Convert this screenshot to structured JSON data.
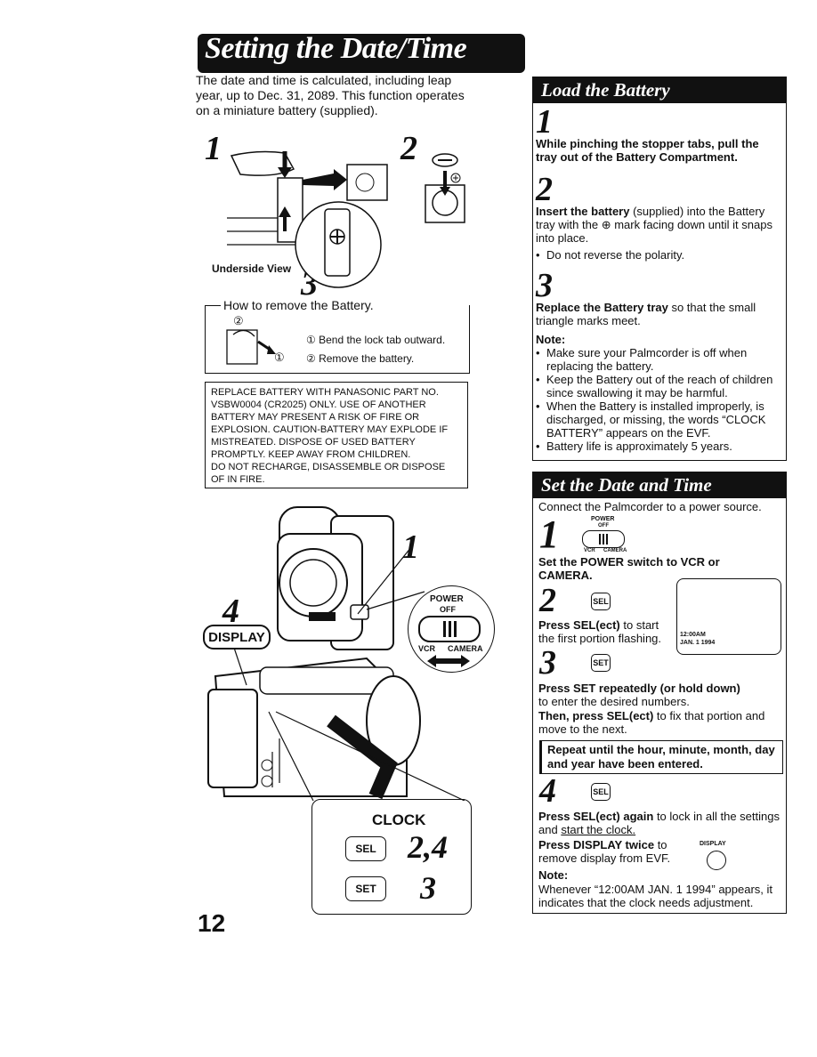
{
  "page": {
    "title": "Setting the Date/Time",
    "intro": "The date and time is calculated, including leap year, up to Dec. 31, 2089. This function operates on a miniature battery (supplied).",
    "page_number": "12"
  },
  "battery_figure": {
    "step1": "1",
    "step2": "2",
    "step3": "3",
    "underside_label": "Underside View",
    "minus_sign": "⊖",
    "plus_sign": "⊕",
    "how_to_title": "How to remove the Battery.",
    "remove_num1": "①",
    "remove_num2": "②",
    "remove_step1": "① Bend the lock tab outward.",
    "remove_step2": "② Remove the battery."
  },
  "warning": {
    "lines": [
      "REPLACE BATTERY WITH PANASONIC PART NO.",
      "VSBW0004 (CR2025) ONLY. USE OF ANOTHER",
      "BATTERY MAY PRESENT A RISK OF FIRE OR",
      "EXPLOSION. CAUTION-BATTERY MAY EXPLODE IF",
      "MISTREATED. DISPOSE OF USED BATTERY",
      "PROMPTLY. KEEP AWAY FROM CHILDREN.",
      "DO NOT RECHARGE, DISASSEMBLE OR DISPOSE",
      "OF IN FIRE."
    ]
  },
  "camera_figure": {
    "step1": "1",
    "step4": "4",
    "display_label": "DISPLAY",
    "power_label": "POWER",
    "off_label": "OFF",
    "vcr_label": "VCR",
    "camera_label": "CAMERA",
    "clock_label": "CLOCK",
    "sel_label": "SEL",
    "set_label": "SET",
    "sel_steps": "2,4",
    "set_steps": "3"
  },
  "load_battery": {
    "header": "Load the Battery",
    "step1_num": "1",
    "step1_text": "While pinching the stopper tabs, pull the tray out of the Battery Compartment.",
    "step2_num": "2",
    "step2_bold": "Insert the battery",
    "step2_text": " (supplied) into the Battery tray with the ⊕ mark facing down until it snaps into place.",
    "step2_bullet": "Do not reverse the polarity.",
    "step3_num": "3",
    "step3_bold": "Replace the Battery tray",
    "step3_text": " so that the small triangle marks meet.",
    "note_label": "Note:",
    "notes": [
      "Make sure your Palmcorder is off when replacing the battery.",
      "Keep the Battery out of the reach of children since swallowing it may be harmful.",
      "When the Battery is installed improperly, is discharged, or missing, the words “CLOCK BATTERY” appears on the EVF.",
      "Battery life is approximately 5 years."
    ]
  },
  "set_date": {
    "header": "Set the Date and Time",
    "intro": "Connect the Palmcorder to a power source.",
    "switch_power": "POWER",
    "switch_off": "OFF",
    "switch_vcr": "VCR",
    "switch_camera": "CAMERA",
    "step1_num": "1",
    "step1_text": "Set the POWER switch to VCR or CAMERA.",
    "step2_num": "2",
    "step2_bold": "Press SEL(ect)",
    "step2_text": " to start the first portion flashing.",
    "evf_time": "12:00AM",
    "evf_date": "JAN. 1 1994",
    "step3_num": "3",
    "step3_bold": "Press SET repeatedly (or hold down)",
    "step3_text": "to enter the desired numbers.",
    "step3_then_bold": "Then, press SEL(ect)",
    "step3_then_text": " to fix that portion and move to the next.",
    "repeat_text": "Repeat until the hour, minute, month, day and year have been entered.",
    "step4_num": "4",
    "step4_bold": "Press SEL(ect) again",
    "step4_text": " to lock in all the settings and ",
    "step4_underline": "start the clock.",
    "display_bold": "Press DISPLAY twice",
    "display_text": " to remove display from EVF.",
    "display_btn_label": "DISPLAY",
    "note_label": "Note:",
    "note_text": "Whenever “12:00AM JAN. 1 1994” appears, it indicates that the clock needs adjustment.",
    "sel_label": "SEL",
    "set_label": "SET"
  }
}
